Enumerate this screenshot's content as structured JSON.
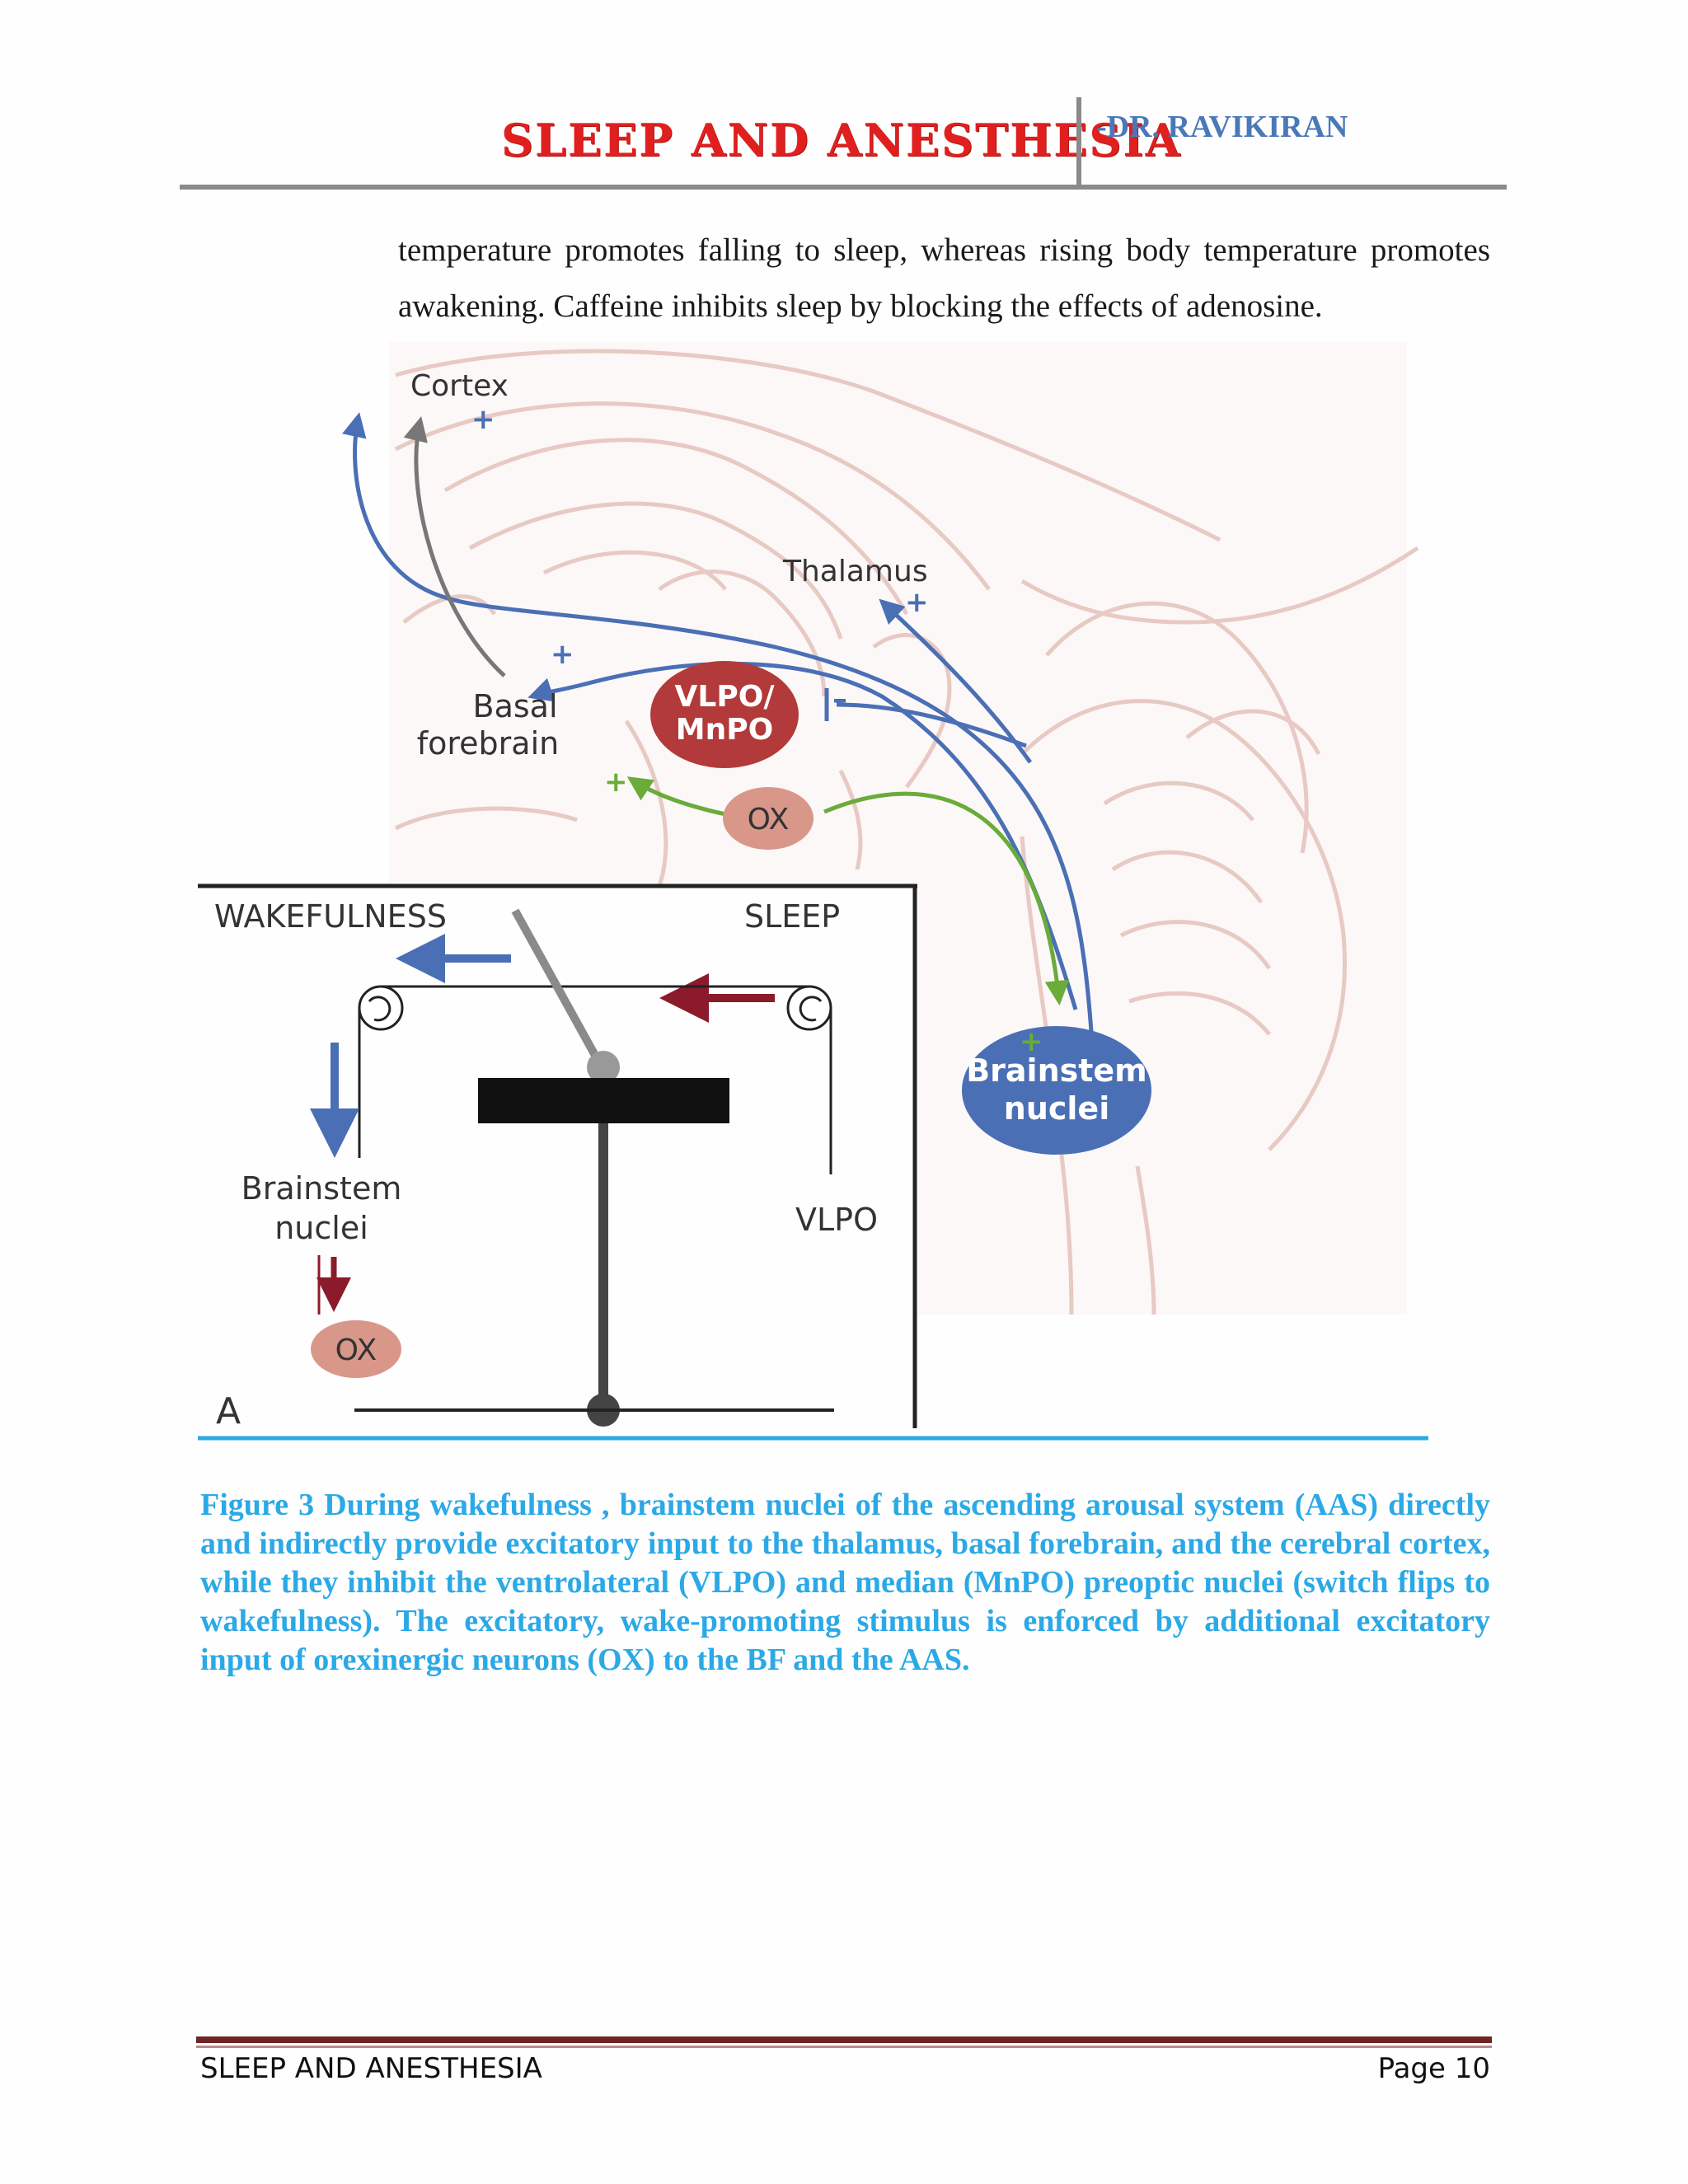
{
  "header": {
    "title": "SLEEP AND ANESTHESIA",
    "author": "-DR. RAVIKIRAN"
  },
  "body": {
    "line1": "temperature promotes falling to sleep, whereas rising body temperature promotes",
    "line2": "awakening. Caffeine inhibits sleep by blocking the effects of adenosine."
  },
  "figure": {
    "labels": {
      "cortex": "Cortex",
      "thalamus": "Thalamus",
      "basal_line1": "Basal",
      "basal_line2": "forebrain",
      "vlpo_line1": "VLPO/",
      "vlpo_line2": "MnPO",
      "ox": "OX",
      "brainstem_line1": "Brainstem",
      "brainstem_line2": "nuclei",
      "wakefulness": "WAKEFULNESS",
      "sleep": "SLEEP",
      "panel_brainstem_line1": "Brainstem",
      "panel_brainstem_line2": "nuclei",
      "panel_vlpo": "VLPO",
      "panel_ox": "OX",
      "panel_letter": "A",
      "plus": "+",
      "minus": "–"
    },
    "colors": {
      "excitatory_blue": "#4a6fb5",
      "orexin_green": "#6aab3a",
      "vlpo_red": "#b23a3a",
      "ox_pink": "#d9978a",
      "inhibit_darkred": "#8b1a2b",
      "brain_outline": "#e8c9c3"
    }
  },
  "caption": {
    "text": "Figure 3 During wakefulness , brainstem nuclei of the ascending arousal system (AAS) directly and indirectly provide excitatory input to the thalamus, basal forebrain, and the cerebral cortex, while they inhibit the ventrolateral (VLPO) and median (MnPO) preoptic nuclei (switch flips to wakefulness). The excitatory, wake-promoting stimulus is enforced by additional excitatory input of orexinergic neurons (OX) to the BF and the AAS."
  },
  "footer": {
    "left": "SLEEP AND ANESTHESIA",
    "right": "Page 10"
  }
}
